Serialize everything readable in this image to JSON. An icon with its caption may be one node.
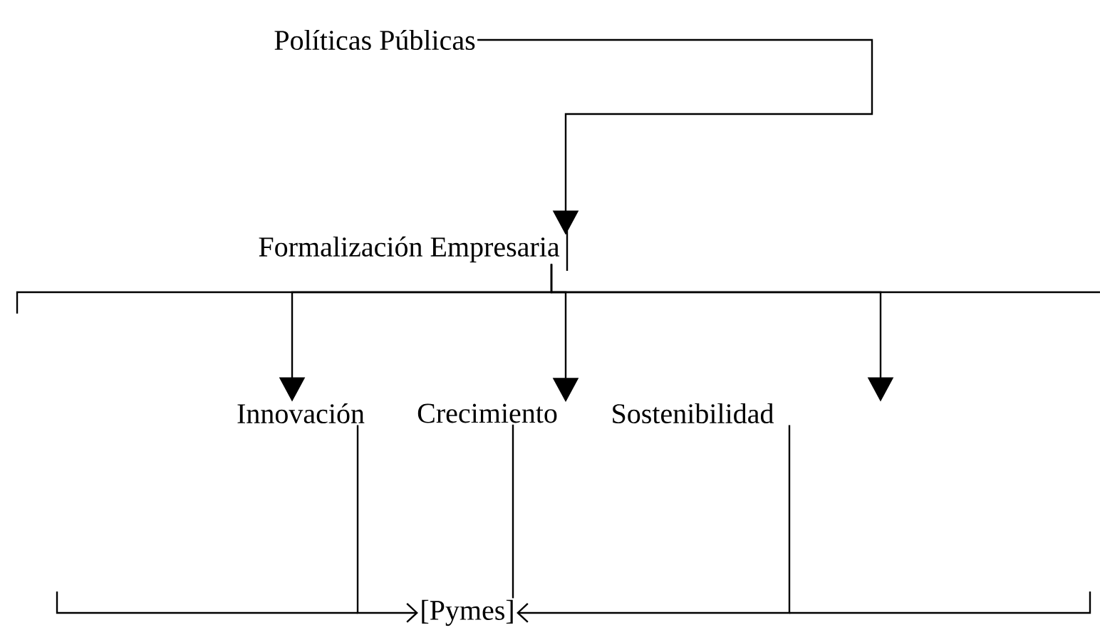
{
  "diagram": {
    "nodes": [
      {
        "text": [
          "Políticas Públicas"
        ]
      },
      {
        "text": [
          "Formalización Empresaria"
        ]
      },
      {
        "text": [
          "Innovación"
        ]
      },
      {
        "text": [
          "Crecimiento"
        ]
      },
      {
        "text": [
          "Sostenibilidad"
        ]
      },
      {
        "text": [
          "[Pymes]"
        ]
      }
    ],
    "edges": [
      {
        "from": 0,
        "to": 1,
        "arrow": "to"
      },
      {
        "from": 1,
        "to": 2,
        "arrow": "to"
      },
      {
        "from": 1,
        "to": 3,
        "arrow": "to"
      },
      {
        "from": 1,
        "to": 4,
        "arrow": "to"
      },
      {
        "from": 2,
        "to": 5,
        "arrow": "to"
      },
      {
        "from": 3,
        "to": 5,
        "arrow": "none"
      },
      {
        "from": 4,
        "to": 5,
        "arrow": "to"
      }
    ]
  }
}
